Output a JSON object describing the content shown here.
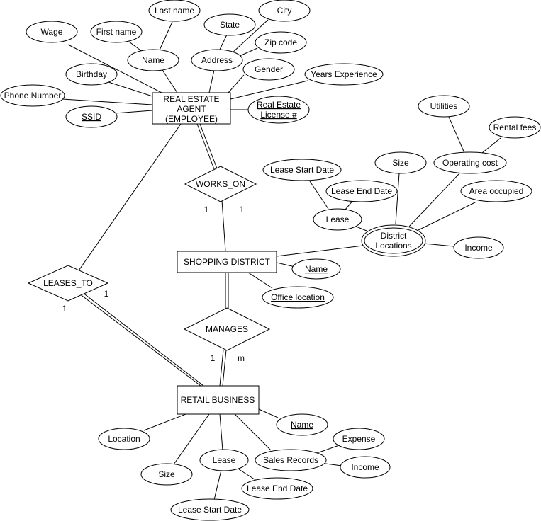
{
  "entities": {
    "agent": [
      "REAL ESTATE",
      "AGENT",
      "(EMPLOYEE)"
    ],
    "shopping_district": "SHOPPING DISTRICT",
    "retail_business": "RETAIL BUSINESS"
  },
  "relationships": {
    "works_on": "WORKS_ON",
    "leases_to": "LEASES_TO",
    "manages": "MANAGES"
  },
  "attributes": {
    "last_name": "Last name",
    "city": "City",
    "wage": "Wage",
    "first_name": "First name",
    "state": "State",
    "zip_code": "Zip code",
    "name": "Name",
    "address": "Address",
    "birthday": "Birthday",
    "gender": "Gender",
    "years_experience": "Years Experience",
    "phone_number": "Phone Number",
    "ssid": "SSID",
    "license": [
      "Real Estate",
      "License #"
    ],
    "utilities": "Utilities",
    "rental_fees": "Rental fees",
    "district_size": "Size",
    "operating_cost": "Operating cost",
    "district_lease_start": "Lease Start Date",
    "district_lease_end": "Lease End Date",
    "area_occupied": "Area occupied",
    "district_lease": "Lease",
    "district_locations": [
      "District",
      "Locations"
    ],
    "district_income": "Income",
    "district_name": "Name",
    "office_location": "Office location",
    "business_name": "Name",
    "location": "Location",
    "expense": "Expense",
    "business_lease": "Lease",
    "sales_records": "Sales Records",
    "business_income": "Income",
    "business_size": "Size",
    "business_lease_end": "Lease End Date",
    "business_lease_start": "Lease Start Date"
  },
  "cardinalities": {
    "works_on_left": "1",
    "works_on_right": "1",
    "leases_to_top": "1",
    "leases_to_bottom": "1",
    "manages_left": "1",
    "manages_right": "m"
  }
}
